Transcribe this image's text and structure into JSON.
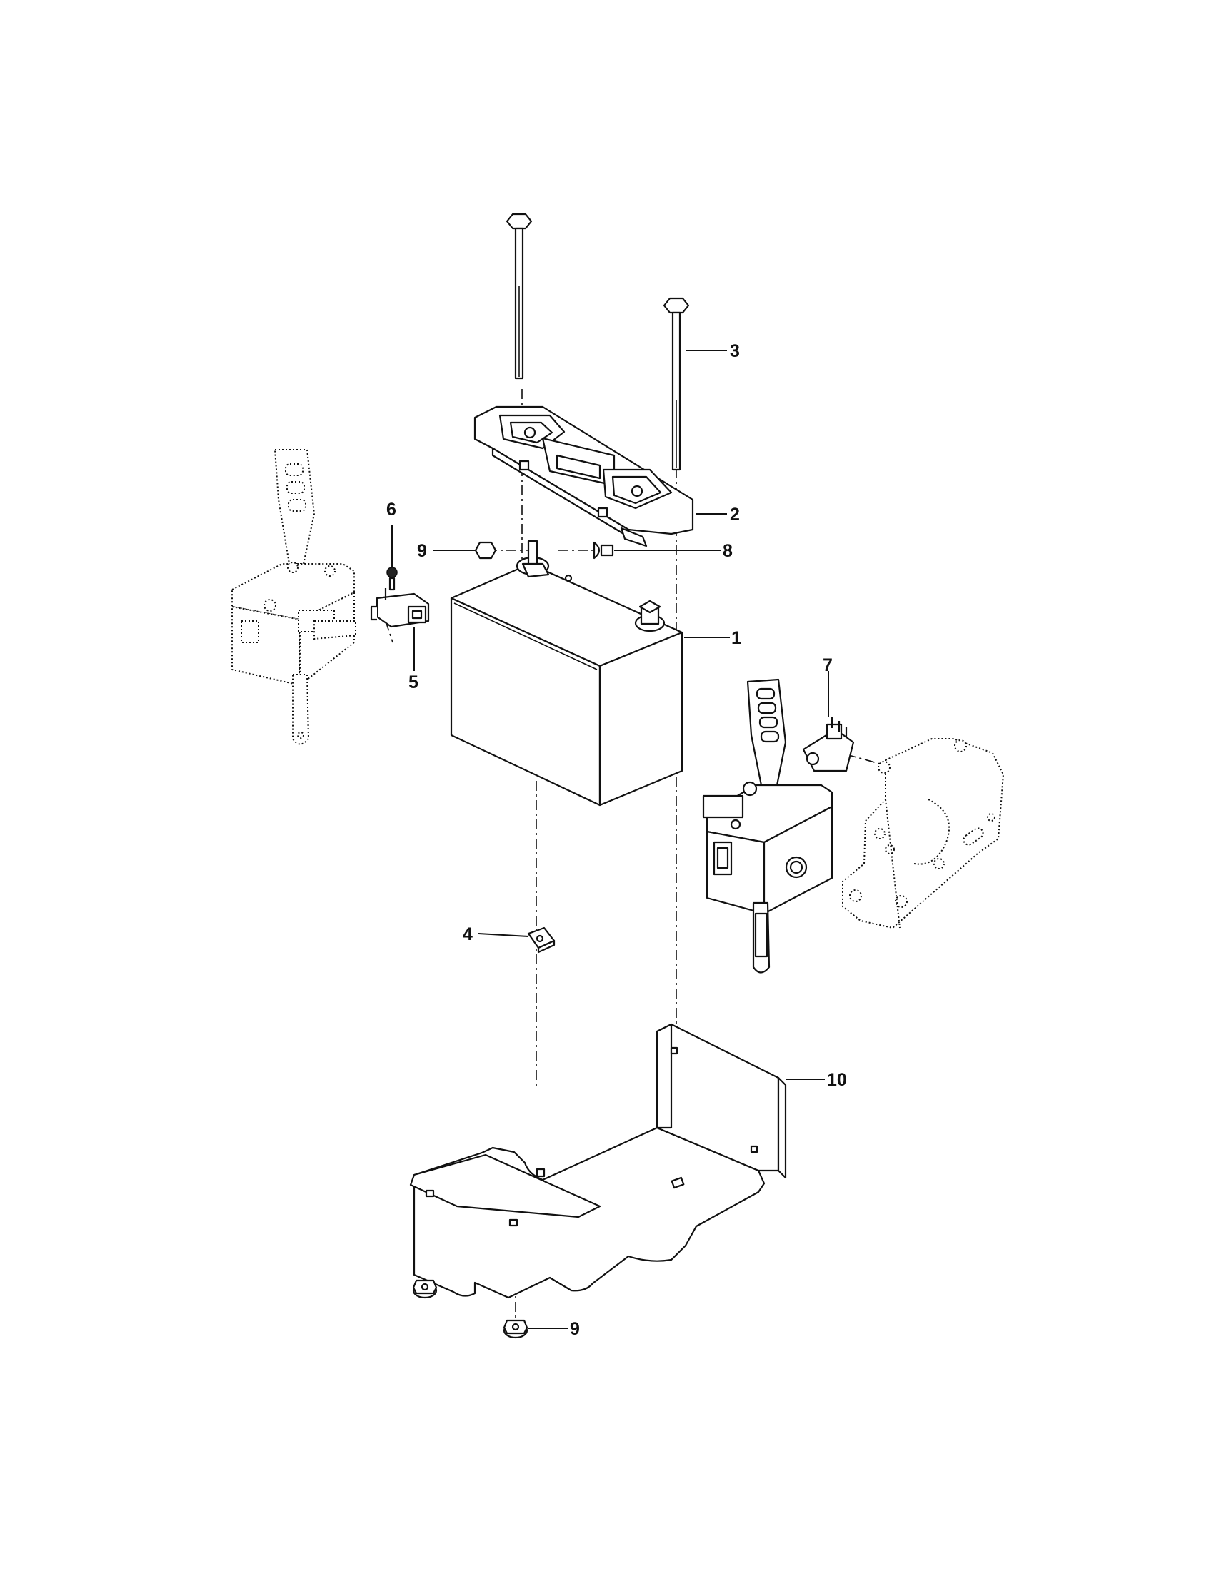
{
  "callouts": [
    {
      "id": "c1",
      "label": "1"
    },
    {
      "id": "c2",
      "label": "2"
    },
    {
      "id": "c3",
      "label": "3"
    },
    {
      "id": "c4",
      "label": "4"
    },
    {
      "id": "c5",
      "label": "5"
    },
    {
      "id": "c6",
      "label": "6"
    },
    {
      "id": "c7",
      "label": "7"
    },
    {
      "id": "c8",
      "label": "8"
    },
    {
      "id": "c9a",
      "label": "9"
    },
    {
      "id": "c9b",
      "label": "9"
    },
    {
      "id": "c10",
      "label": "10"
    }
  ]
}
